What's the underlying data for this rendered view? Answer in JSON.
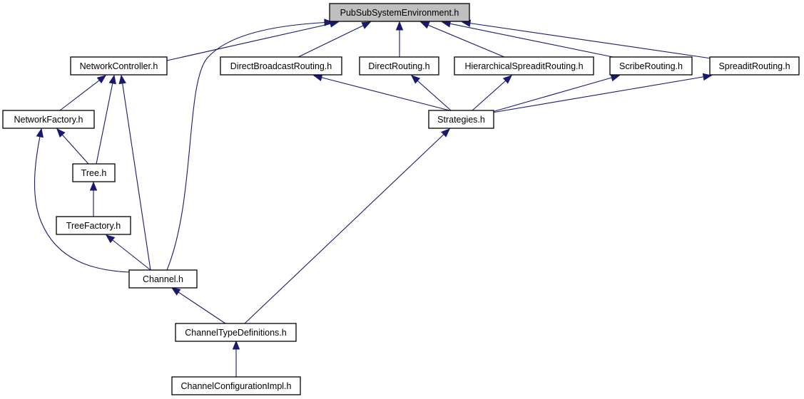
{
  "colors": {
    "root_fill": "#bfbfbf",
    "node_fill": "#ffffff",
    "node_border": "#000000",
    "edge": "#191970"
  },
  "nodes": [
    {
      "id": "pubsub",
      "label": "PubSubSystemEnvironment.h"
    },
    {
      "id": "netctrl",
      "label": "NetworkController.h"
    },
    {
      "id": "dbr",
      "label": "DirectBroadcastRouting.h"
    },
    {
      "id": "dr",
      "label": "DirectRouting.h"
    },
    {
      "id": "hsr",
      "label": "HierarchicalSpreaditRouting.h"
    },
    {
      "id": "scribe",
      "label": "ScribeRouting.h"
    },
    {
      "id": "spreadit",
      "label": "SpreaditRouting.h"
    },
    {
      "id": "netfactory",
      "label": "NetworkFactory.h"
    },
    {
      "id": "strategies",
      "label": "Strategies.h"
    },
    {
      "id": "tree",
      "label": "Tree.h"
    },
    {
      "id": "treefactory",
      "label": "TreeFactory.h"
    },
    {
      "id": "channel",
      "label": "Channel.h"
    },
    {
      "id": "ctd",
      "label": "ChannelTypeDefinitions.h"
    },
    {
      "id": "cci",
      "label": "ChannelConfigurationImpl.h"
    }
  ],
  "edges": [
    {
      "from": "netctrl",
      "to": "pubsub"
    },
    {
      "from": "dbr",
      "to": "pubsub"
    },
    {
      "from": "dr",
      "to": "pubsub"
    },
    {
      "from": "hsr",
      "to": "pubsub"
    },
    {
      "from": "scribe",
      "to": "pubsub"
    },
    {
      "from": "spreadit",
      "to": "pubsub"
    },
    {
      "from": "channel",
      "to": "pubsub"
    },
    {
      "from": "netfactory",
      "to": "netctrl"
    },
    {
      "from": "tree",
      "to": "netctrl"
    },
    {
      "from": "channel",
      "to": "netctrl"
    },
    {
      "from": "tree",
      "to": "netfactory"
    },
    {
      "from": "channel",
      "to": "netfactory"
    },
    {
      "from": "treefactory",
      "to": "tree"
    },
    {
      "from": "channel",
      "to": "treefactory"
    },
    {
      "from": "strategies",
      "to": "dbr"
    },
    {
      "from": "strategies",
      "to": "dr"
    },
    {
      "from": "strategies",
      "to": "hsr"
    },
    {
      "from": "strategies",
      "to": "scribe"
    },
    {
      "from": "strategies",
      "to": "spreadit"
    },
    {
      "from": "ctd",
      "to": "channel"
    },
    {
      "from": "ctd",
      "to": "strategies"
    },
    {
      "from": "cci",
      "to": "ctd"
    }
  ]
}
